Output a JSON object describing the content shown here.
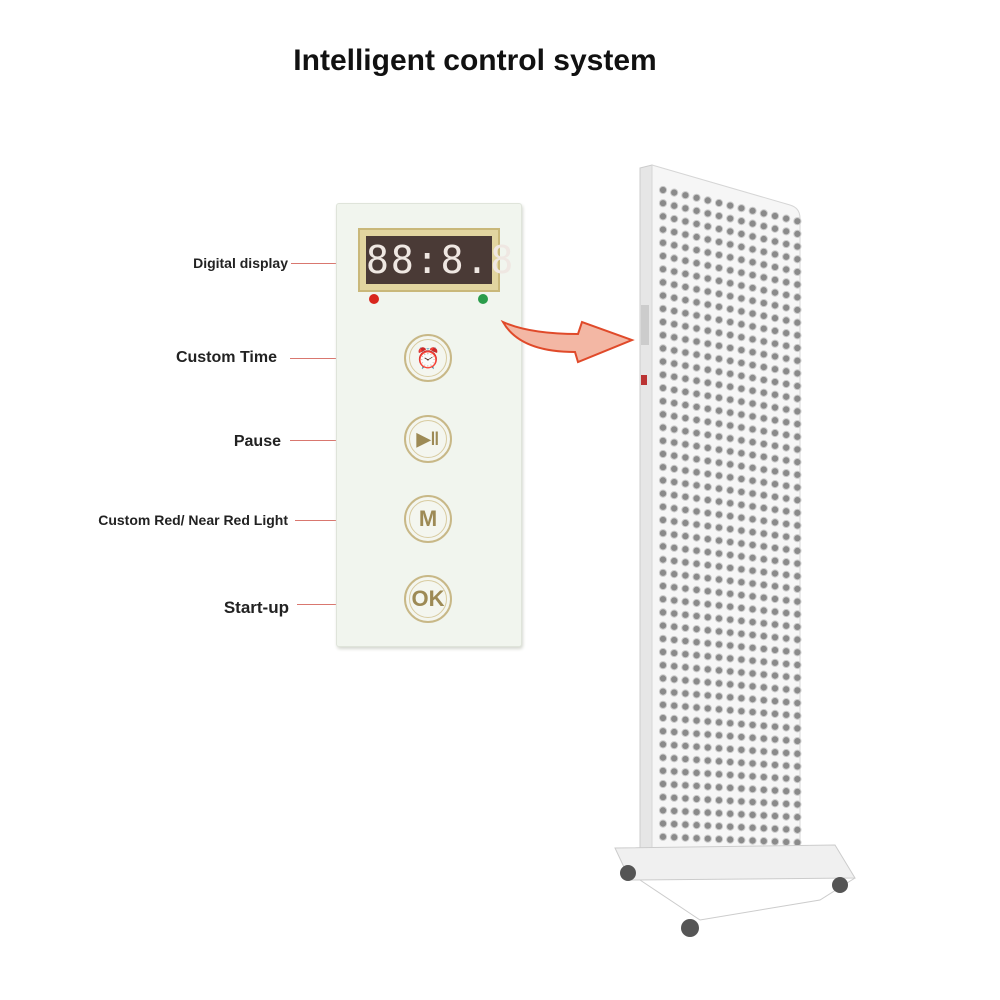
{
  "title": "Intelligent control system",
  "control_panel": {
    "display_text": "88:8.8",
    "indicator_colors": {
      "left": "#d8261c",
      "right": "#2a9c4a"
    },
    "buttons": [
      {
        "label": "Custom Time",
        "icon": "alarm-clock-icon",
        "glyph": "⏰"
      },
      {
        "label": "Pause",
        "icon": "play-pause-icon",
        "glyph": "▶‖"
      },
      {
        "label": "Custom Red/ Near Red Light",
        "icon": "mode-m-icon",
        "glyph": "M"
      },
      {
        "label": "Start-up",
        "icon": "ok-icon",
        "glyph": "OK"
      }
    ],
    "display_label": "Digital display"
  },
  "colors": {
    "callout_line": "#d9776f",
    "arrow": "#e04a2a"
  }
}
